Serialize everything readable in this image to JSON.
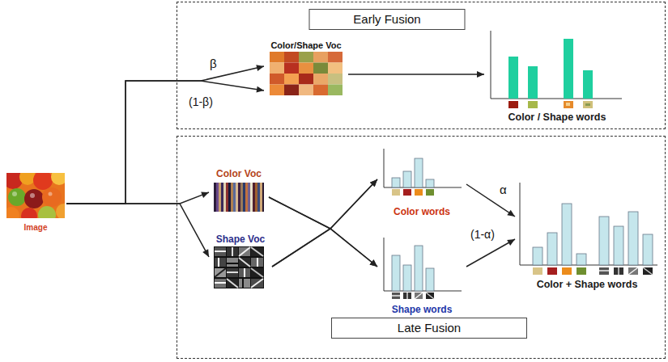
{
  "diagram": {
    "nodes": [
      {
        "text": [
          "Image"
        ]
      },
      {
        "text": [
          "Early Fusion"
        ]
      },
      {
        "text": [
          "Color/Shape Voc"
        ],
        "in": 1
      },
      {
        "text": [
          "Color / Shape words"
        ],
        "in": 1
      },
      {
        "text": [
          "Late Fusion"
        ]
      },
      {
        "text": [
          "Color Voc"
        ],
        "in": 4
      },
      {
        "text": [
          "Shape Voc"
        ],
        "in": 4
      },
      {
        "text": [
          "Color words"
        ],
        "in": 4
      },
      {
        "text": [
          "Shape words"
        ],
        "in": 4
      },
      {
        "text": [
          "Color + Shape words"
        ],
        "in": 4
      }
    ],
    "edges": [
      {
        "from": 0,
        "to": 2,
        "label": "β",
        "arrow": "to"
      },
      {
        "from": 0,
        "to": 2,
        "label": "(1-β)",
        "arrow": "to"
      },
      {
        "from": 2,
        "to": 3,
        "arrow": "to"
      },
      {
        "from": 0,
        "to": 5,
        "arrow": "to"
      },
      {
        "from": 0,
        "to": 6,
        "arrow": "to"
      },
      {
        "from": 5,
        "to": 7,
        "arrow": "to"
      },
      {
        "from": 5,
        "to": 8,
        "arrow": "to"
      },
      {
        "from": 6,
        "to": 7,
        "arrow": "to"
      },
      {
        "from": 6,
        "to": 8,
        "arrow": "to"
      },
      {
        "from": 7,
        "to": 9,
        "label": "α",
        "arrow": "to"
      },
      {
        "from": 8,
        "to": 9,
        "label": "(1-α)",
        "arrow": "to"
      }
    ]
  }
}
